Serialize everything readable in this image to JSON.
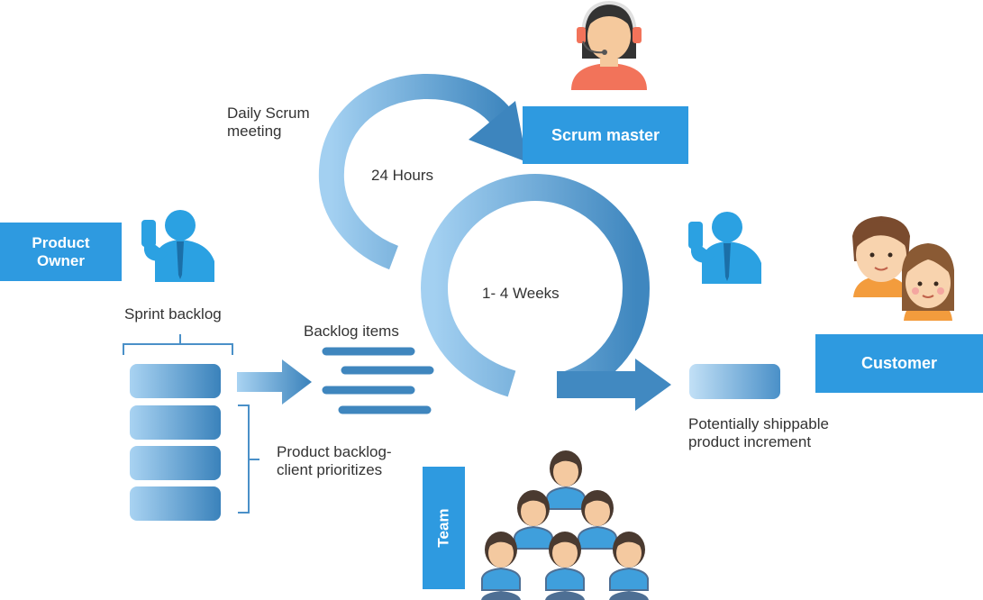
{
  "labels": {
    "product_owner": "Product\nOwner",
    "scrum_master": "Scrum master",
    "customer": "Customer",
    "team": "Team",
    "daily_scrum": "Daily Scrum\nmeeting",
    "hours": "24 Hours",
    "weeks": "1- 4 Weeks",
    "sprint_backlog": "Sprint backlog",
    "backlog_items": "Backlog items",
    "product_backlog": "Product backlog-\nclient prioritizes",
    "increment": "Potentially shippable\nproduct increment"
  },
  "icons": [
    "product-owner-icon",
    "scrum-master-icon",
    "developer-icon",
    "customer-icon",
    "team-icon"
  ],
  "colors": {
    "box": "#2e9ae0",
    "arrow_light": "#9fccef",
    "arrow_dark": "#3f86be",
    "text": "#333333",
    "skin": "#f5c99d",
    "shirt": "#2b9ee0",
    "hair": "#5a3b2e"
  }
}
